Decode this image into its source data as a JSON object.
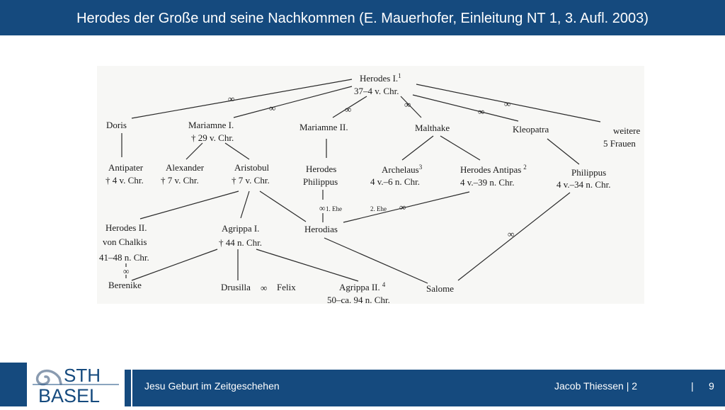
{
  "header": {
    "title": "Herodes der Große und seine Nachkommen (E. Mauerhofer, Einleitung NT 1, 3. Aufl. 2003)"
  },
  "diagram": {
    "marriage_symbol": "∞",
    "nodes": {
      "herodes_i": {
        "name": "Herodes I.",
        "sup": "1",
        "dates": "37–4 v. Chr."
      },
      "doris": {
        "name": "Doris"
      },
      "mariamne_i": {
        "name": "Mariamne I.",
        "dates": "† 29 v. Chr."
      },
      "mariamne_ii": {
        "name": "Mariamne II."
      },
      "malthake": {
        "name": "Malthake"
      },
      "kleopatra": {
        "name": "Kleopatra"
      },
      "weitere": {
        "line1": "weitere",
        "line2": "5 Frauen"
      },
      "antipater": {
        "name": "Antipater",
        "dates": "† 4 v. Chr."
      },
      "alexander": {
        "name": "Alexander",
        "dates": "† 7 v. Chr."
      },
      "aristobul": {
        "name": "Aristobul",
        "dates": "† 7 v. Chr."
      },
      "herodes_philippus": {
        "name": "Herodes",
        "name2": "Philippus"
      },
      "archelaus": {
        "name": "Archelaus",
        "sup": "3",
        "dates": "4 v.–6 n. Chr."
      },
      "herodes_antipas": {
        "name": "Herodes Antipas",
        "sup": "2",
        "dates": "4 v.–39 n. Chr."
      },
      "philippus": {
        "name": "Philippus",
        "dates": "4 v.–34 n. Chr."
      },
      "herodes_ii": {
        "name": "Herodes II.",
        "name2": "von Chalkis",
        "dates": "41–48 n. Chr."
      },
      "agrippa_i": {
        "name": "Agrippa I.",
        "dates": "† 44 n. Chr."
      },
      "herodias": {
        "name": "Herodias"
      },
      "berenike": {
        "name": "Berenike"
      },
      "drusilla": {
        "name": "Drusilla"
      },
      "felix": {
        "name": "Felix"
      },
      "agrippa_ii": {
        "name": "Agrippa II.",
        "sup": "4",
        "dates": "50–ca. 94 n. Chr."
      },
      "salome": {
        "name": "Salome"
      }
    },
    "edge_labels": {
      "first_marriage": "1. Ehe",
      "second_marriage": "2. Ehe"
    }
  },
  "footer": {
    "logo_line1": "STH",
    "logo_line2": "BASEL",
    "lecture_title": "Jesu Geburt im Zeitgeschehen",
    "author": "Jacob Thiessen | 2",
    "separator": "|",
    "page_number": "9"
  },
  "colors": {
    "brand_blue": "#154a7e",
    "text_white": "#ffffff",
    "ink": "#1a1a1a"
  }
}
